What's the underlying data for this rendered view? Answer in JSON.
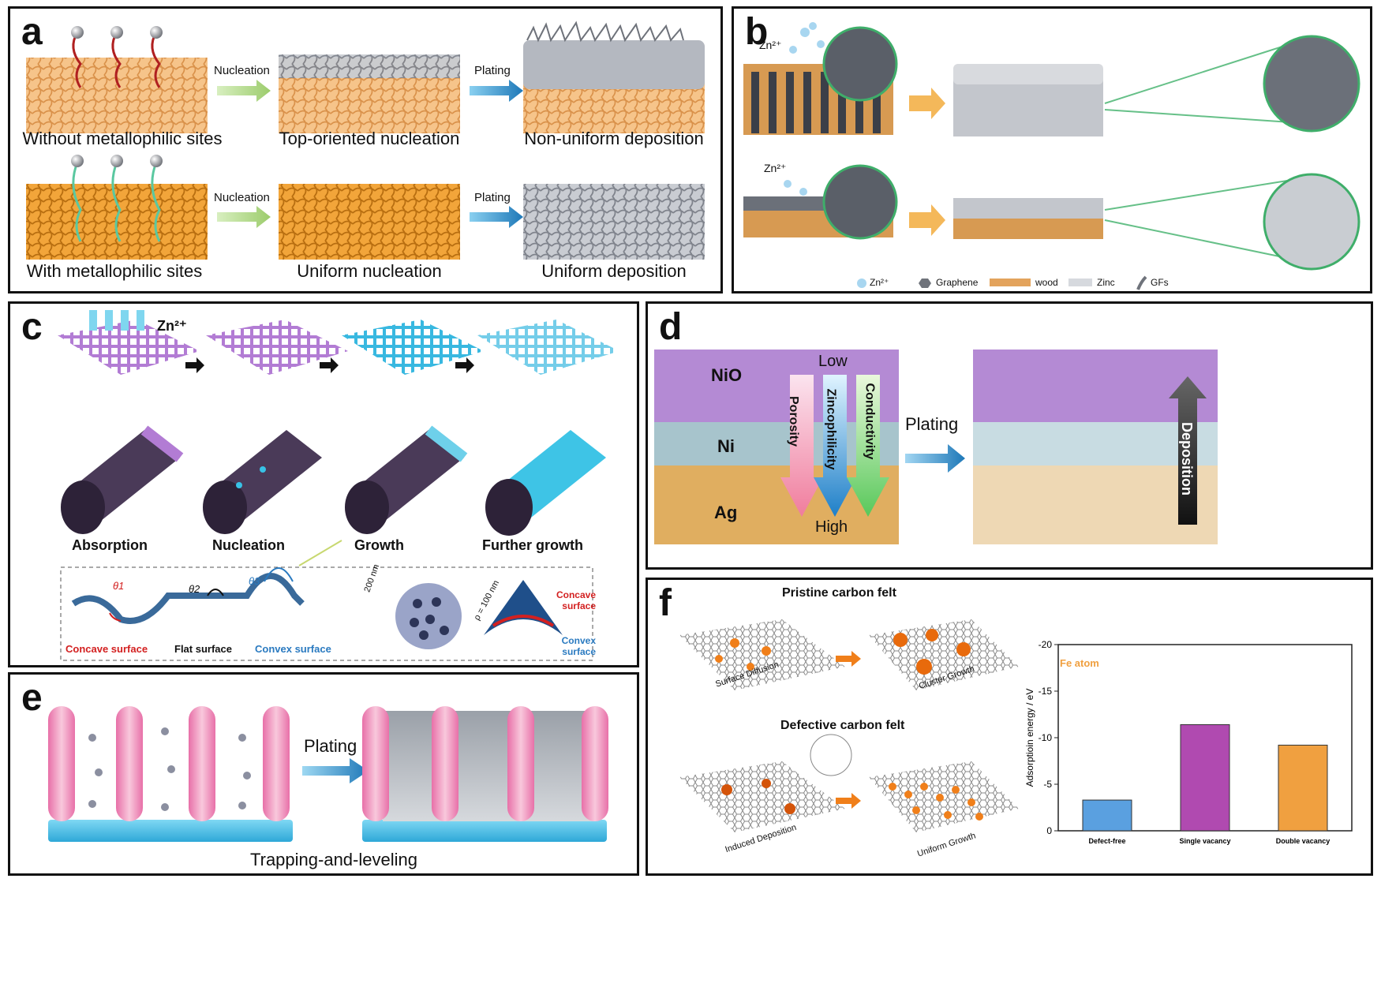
{
  "panels": {
    "a": {
      "label": "a",
      "arrow1": "Nucleation",
      "arrow2": "Plating",
      "arrow3": "Nucleation",
      "arrow4": "Plating",
      "top": [
        "Without metallophilic sites",
        "Top-oriented nucleation",
        "Non-uniform deposition"
      ],
      "bottom": [
        "With metallophilic sites",
        "Uniform nucleation",
        "Uniform deposition"
      ]
    },
    "b": {
      "label": "b",
      "ion1": "Zn²⁺",
      "ion2": "Zn²⁺",
      "legend": [
        "Zn²⁺",
        "Graphene",
        "wood",
        "Zinc",
        "GFs"
      ]
    },
    "c": {
      "label": "c",
      "ion": "Zn²⁺",
      "stages": [
        "Absorption",
        "Nucleation",
        "Growth",
        "Further growth"
      ],
      "theta1": "θ1",
      "theta2": "θ2",
      "theta3": "θ3",
      "concave": "Concave surface",
      "flat": "Flat surface",
      "convex": "Convex surface",
      "pore": "200 nm",
      "rho": "ρ = 100 nm",
      "concave2": "Concave surface",
      "convex2": "Convex surface"
    },
    "d": {
      "label": "d",
      "layers": [
        "NiO",
        "Ni",
        "Ag"
      ],
      "low": "Low",
      "high": "High",
      "gradients": [
        "Porosity",
        "Zincophilicity",
        "Conductivity"
      ],
      "plating": "Plating",
      "deposition": "Deposition"
    },
    "e": {
      "label": "e",
      "plating": "Plating",
      "caption": "Trapping-and-leveling"
    },
    "f": {
      "label": "f",
      "pristine": "Pristine carbon felt",
      "defective": "Defective carbon felt",
      "steps": [
        "Surface Diffusion",
        "Cluster Growth",
        "Induced Deposition",
        "Uniform Growth"
      ],
      "inset_label": "Fe atom"
    }
  },
  "colors": {
    "wood": "#f0b068",
    "orange_mesh": "#e39a2a",
    "zinc": "#a9adb5",
    "purple": "#b88ad6",
    "cyan": "#38c2e6",
    "pink": "#f0a8cc",
    "base_blue": "#3fb8e0"
  },
  "chart_data": {
    "type": "bar",
    "categories": [
      "Defect-free",
      "Single vacancy",
      "Double vacancy"
    ],
    "values": [
      -3.3,
      -11.4,
      -9.2
    ],
    "colors": [
      "#5aa0e0",
      "#b04ab0",
      "#f0a040"
    ],
    "ylabel": "Adsorptioin energy / eV",
    "ylim": [
      0,
      -20
    ],
    "yticks": [
      0,
      -5,
      -10,
      -15,
      -20
    ],
    "ytick_labels": [
      "0",
      "-5",
      "-10",
      "-15",
      "-20"
    ]
  }
}
